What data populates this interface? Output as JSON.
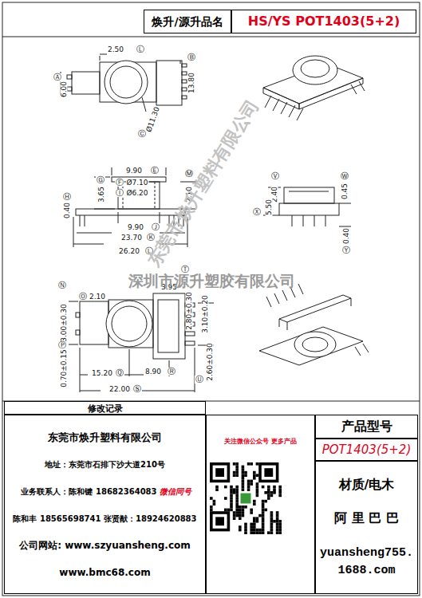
{
  "diagram": {
    "title": "HS/YS POT1403(5+2)",
    "nodes": [
      {
        "text": [
          "焕升/源升品名"
        ]
      },
      {
        "text": [
          "HS/YS POT1403(5+2)"
        ]
      },
      {
        "text": [
          "修改记录"
        ]
      },
      {
        "text": [
          "东莞市焕升塑料有限公司",
          "地址：东莞市石排下沙大道210号",
          "业务联系人：陈和键 18682364083",
          "微信同号",
          "陈和丰 18565698741 张贤猷：18924620883",
          "公司网站: www.szyuansheng.com",
          "www.bmc68.com"
        ]
      },
      {
        "text": [
          "关注微信公众号 更多产品"
        ]
      },
      {
        "text": [
          "产品型号"
        ]
      },
      {
        "text": [
          "POT1403(5+2)"
        ]
      },
      {
        "text": [
          "材质/电木",
          "阿 里 巴 巴",
          "yuansheng755. 1688.com"
        ]
      }
    ],
    "labels": [
      "2.50",
      "Ⓛ",
      "Ⓐ",
      "6.00",
      "13.80",
      "Ⓑ",
      "Ⓒ",
      "Ø11.30",
      "9.90",
      "Ⓔ",
      "Ø7.10",
      "Ⓕ",
      "Ø6.20",
      "Ⓘ",
      "Ⓖ",
      "3.65",
      "Ⓗ",
      "0.40",
      "Ⓜ",
      "2.10",
      "9.90",
      "Ⓙ",
      "23.70",
      "Ⓚ",
      "26.20",
      "Ⓛ",
      "Ⓥ",
      "2.40",
      "Ⓦ",
      "0.45",
      "Ⓧ",
      "5.50",
      "0.40",
      "Ⓨ",
      "Ⓝ",
      "3.00±0.30",
      "2.10",
      "Ⓞ",
      "Ⓟ",
      "0.70±0.15",
      "15.20",
      "Ⓠ",
      "8.90",
      "Ⓡ",
      "22.00",
      "Ⓢ",
      "3.95",
      "Ⓣ",
      "2.80±0.30",
      "3.10±0.20",
      "2.60±0.30",
      "Ⓤ",
      "深圳市源升塑胶有限公司",
      "东莞市焕升塑料有限公司"
    ]
  }
}
